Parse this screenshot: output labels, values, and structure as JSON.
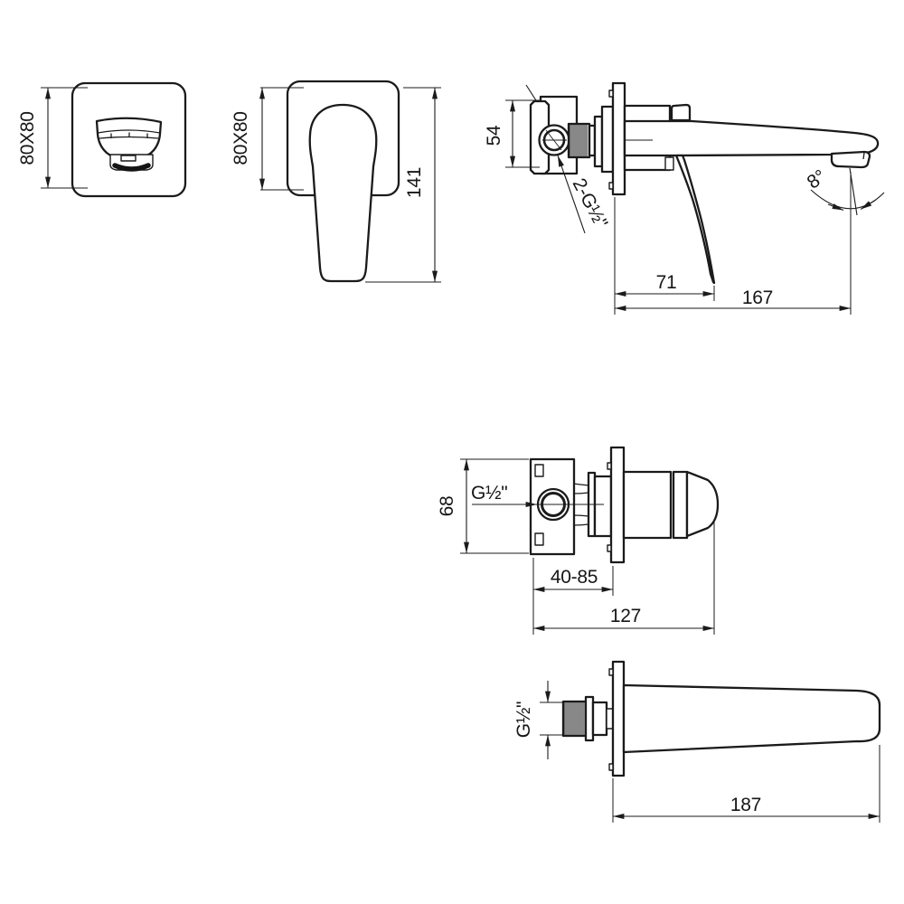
{
  "drawing": {
    "type": "faucet-installation-technical-drawing",
    "colors": {
      "line": "#1b1b1b",
      "background": "#ffffff"
    }
  },
  "views": {
    "handle_front": {
      "dims": {
        "size": "80X80"
      }
    },
    "mixer_front": {
      "dims": {
        "size": "80X80",
        "total_height": "141"
      }
    },
    "mixer_side": {
      "dims": {
        "body_height": "54",
        "inlet_thread": "2-G½\"",
        "handle_projection": "71",
        "spout_projection": "167",
        "spout_angle": "8°"
      }
    },
    "valve_plan": {
      "dims": {
        "body_width": "68",
        "inlet_thread": "G½\"",
        "install_depth_range": "40-85",
        "total_projection": "127"
      }
    },
    "spout_plan": {
      "dims": {
        "connection_thread": "G½\"",
        "length": "187"
      }
    }
  }
}
